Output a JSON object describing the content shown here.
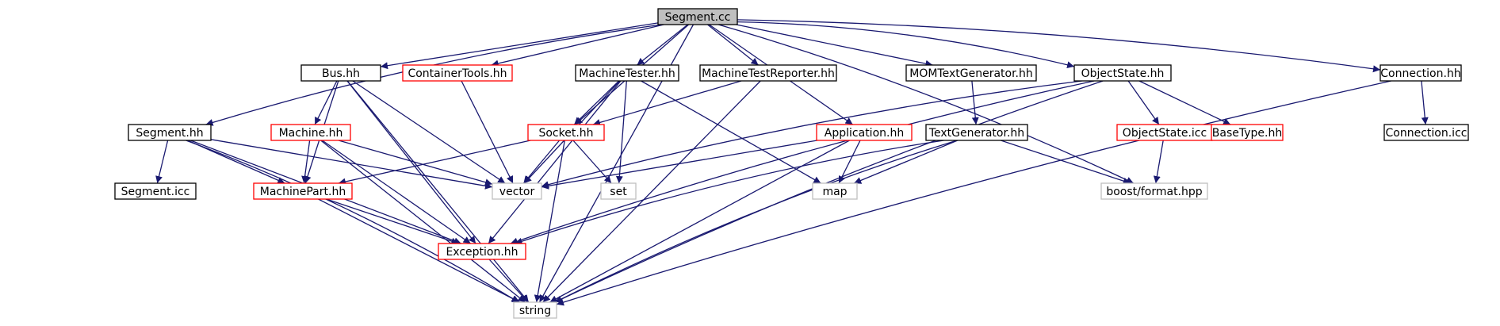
{
  "diagram": {
    "type": "include-dependency-graph",
    "colors": {
      "edge": "#191970",
      "root_fill": "#bfbfbf",
      "default_border": "#000000",
      "incomplete_border": "#ff0000",
      "external_border": "#bfbfbf"
    },
    "nodes": [
      {
        "id": "segment_cc",
        "label": "Segment.cc",
        "style": "root"
      },
      {
        "id": "bus_hh",
        "label": "Bus.hh",
        "style": "default"
      },
      {
        "id": "containertools_hh",
        "label": "ContainerTools.hh",
        "style": "incomplete"
      },
      {
        "id": "machinetester_hh",
        "label": "MachineTester.hh",
        "style": "default"
      },
      {
        "id": "machinetestreporter_hh",
        "label": "MachineTestReporter.hh",
        "style": "default"
      },
      {
        "id": "momtextgenerator_hh",
        "label": "MOMTextGenerator.hh",
        "style": "default"
      },
      {
        "id": "objectstate_hh",
        "label": "ObjectState.hh",
        "style": "default"
      },
      {
        "id": "connection_hh",
        "label": "Connection.hh",
        "style": "default"
      },
      {
        "id": "segment_hh",
        "label": "Segment.hh",
        "style": "default"
      },
      {
        "id": "machine_hh",
        "label": "Machine.hh",
        "style": "incomplete"
      },
      {
        "id": "socket_hh",
        "label": "Socket.hh",
        "style": "incomplete"
      },
      {
        "id": "application_hh",
        "label": "Application.hh",
        "style": "incomplete"
      },
      {
        "id": "textgenerator_hh",
        "label": "TextGenerator.hh",
        "style": "default"
      },
      {
        "id": "objectstate_icc",
        "label": "ObjectState.icc",
        "style": "incomplete"
      },
      {
        "id": "basetype_hh",
        "label": "BaseType.hh",
        "style": "incomplete"
      },
      {
        "id": "connection_icc",
        "label": "Connection.icc",
        "style": "default"
      },
      {
        "id": "segment_icc",
        "label": "Segment.icc",
        "style": "default"
      },
      {
        "id": "machinepart_hh",
        "label": "MachinePart.hh",
        "style": "incomplete"
      },
      {
        "id": "vector",
        "label": "vector",
        "style": "external"
      },
      {
        "id": "set",
        "label": "set",
        "style": "external"
      },
      {
        "id": "map",
        "label": "map",
        "style": "external"
      },
      {
        "id": "boost_format_hpp",
        "label": "boost/format.hpp",
        "style": "external"
      },
      {
        "id": "exception_hh",
        "label": "Exception.hh",
        "style": "incomplete"
      },
      {
        "id": "string",
        "label": "string",
        "style": "external"
      }
    ],
    "edges": [
      {
        "from": "segment_cc",
        "to": "bus_hh"
      },
      {
        "from": "segment_cc",
        "to": "containertools_hh"
      },
      {
        "from": "segment_cc",
        "to": "machinetester_hh"
      },
      {
        "from": "segment_cc",
        "to": "machinetestreporter_hh"
      },
      {
        "from": "segment_cc",
        "to": "momtextgenerator_hh"
      },
      {
        "from": "segment_cc",
        "to": "objectstate_hh"
      },
      {
        "from": "segment_cc",
        "to": "connection_hh"
      },
      {
        "from": "segment_cc",
        "to": "segment_hh"
      },
      {
        "from": "segment_cc",
        "to": "socket_hh"
      },
      {
        "from": "segment_cc",
        "to": "application_hh"
      },
      {
        "from": "segment_cc",
        "to": "boost_format_hpp"
      },
      {
        "from": "segment_cc",
        "to": "string"
      },
      {
        "from": "bus_hh",
        "to": "machine_hh"
      },
      {
        "from": "bus_hh",
        "to": "machinepart_hh"
      },
      {
        "from": "bus_hh",
        "to": "vector"
      },
      {
        "from": "bus_hh",
        "to": "exception_hh"
      },
      {
        "from": "bus_hh",
        "to": "string"
      },
      {
        "from": "containertools_hh",
        "to": "vector"
      },
      {
        "from": "machinetester_hh",
        "to": "socket_hh"
      },
      {
        "from": "machinetester_hh",
        "to": "vector"
      },
      {
        "from": "machinetester_hh",
        "to": "set"
      },
      {
        "from": "machinetester_hh",
        "to": "map"
      },
      {
        "from": "machinetester_hh",
        "to": "exception_hh"
      },
      {
        "from": "machinetestreporter_hh",
        "to": "socket_hh"
      },
      {
        "from": "machinetestreporter_hh",
        "to": "string"
      },
      {
        "from": "momtextgenerator_hh",
        "to": "textgenerator_hh"
      },
      {
        "from": "objectstate_hh",
        "to": "objectstate_icc"
      },
      {
        "from": "objectstate_hh",
        "to": "basetype_hh"
      },
      {
        "from": "objectstate_hh",
        "to": "vector"
      },
      {
        "from": "objectstate_hh",
        "to": "exception_hh"
      },
      {
        "from": "objectstate_hh",
        "to": "string"
      },
      {
        "from": "objectstate_icc",
        "to": "boost_format_hpp"
      },
      {
        "from": "connection_hh",
        "to": "connection_icc"
      },
      {
        "from": "connection_hh",
        "to": "string"
      },
      {
        "from": "segment_hh",
        "to": "segment_icc"
      },
      {
        "from": "segment_hh",
        "to": "machinepart_hh"
      },
      {
        "from": "segment_hh",
        "to": "vector"
      },
      {
        "from": "segment_hh",
        "to": "exception_hh"
      },
      {
        "from": "segment_hh",
        "to": "string"
      },
      {
        "from": "machine_hh",
        "to": "machinepart_hh"
      },
      {
        "from": "machine_hh",
        "to": "vector"
      },
      {
        "from": "machine_hh",
        "to": "exception_hh"
      },
      {
        "from": "machine_hh",
        "to": "string"
      },
      {
        "from": "socket_hh",
        "to": "machinepart_hh"
      },
      {
        "from": "socket_hh",
        "to": "vector"
      },
      {
        "from": "socket_hh",
        "to": "set"
      },
      {
        "from": "socket_hh",
        "to": "string"
      },
      {
        "from": "application_hh",
        "to": "vector"
      },
      {
        "from": "application_hh",
        "to": "map"
      },
      {
        "from": "application_hh",
        "to": "string"
      },
      {
        "from": "textgenerator_hh",
        "to": "map"
      },
      {
        "from": "textgenerator_hh",
        "to": "boost_format_hpp"
      },
      {
        "from": "textgenerator_hh",
        "to": "exception_hh"
      },
      {
        "from": "textgenerator_hh",
        "to": "string"
      },
      {
        "from": "machinepart_hh",
        "to": "exception_hh"
      },
      {
        "from": "machinepart_hh",
        "to": "string"
      },
      {
        "from": "exception_hh",
        "to": "string"
      }
    ]
  }
}
